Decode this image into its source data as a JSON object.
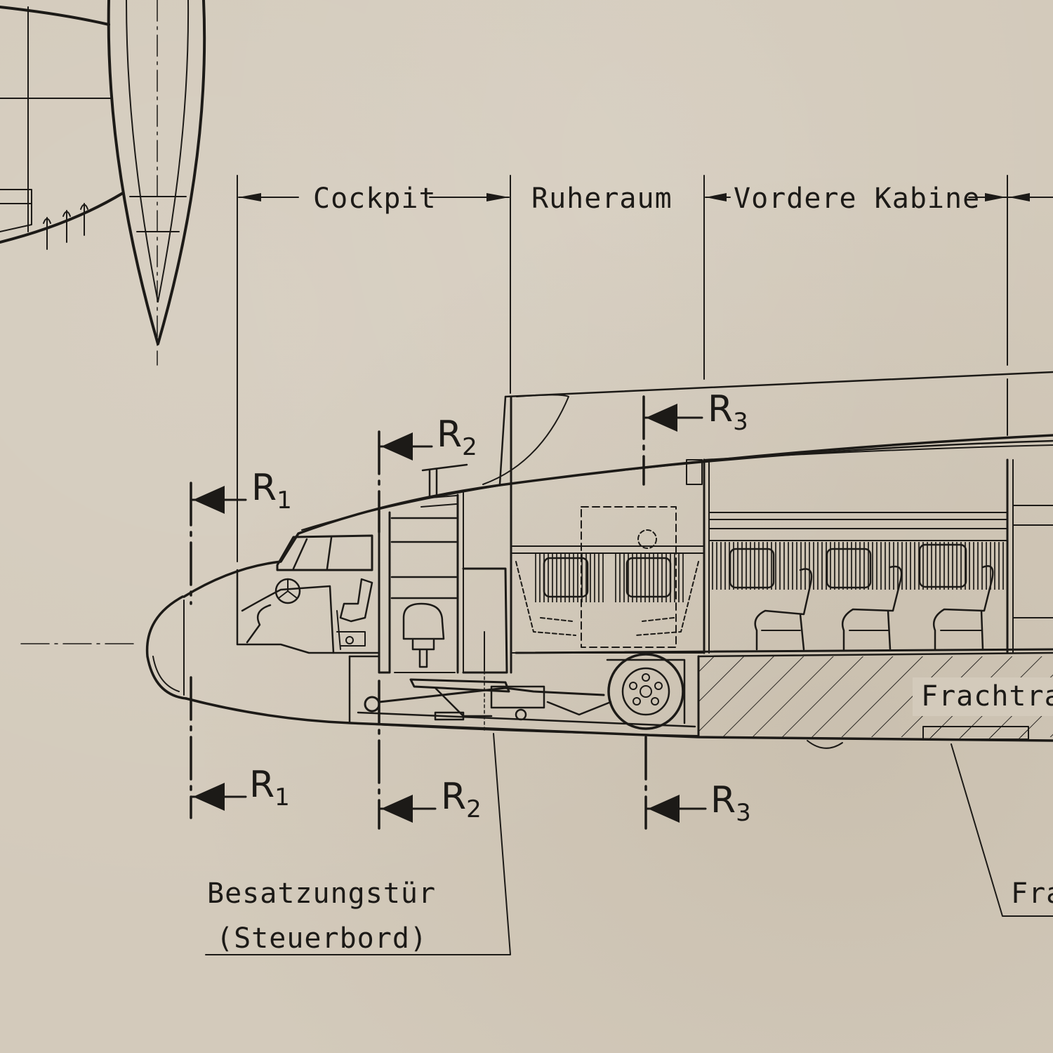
{
  "sections": {
    "cockpit": "Cockpit",
    "ruheraum": "Ruheraum",
    "vordere_kabine": "Vordere Kabine"
  },
  "callouts": {
    "crew_door_line1": "Besatzungstür",
    "crew_door_line2": "(Steuerbord)",
    "frachtraum": "Frachtrau",
    "frachttuer": "Fra"
  },
  "section_cuts": [
    {
      "letter": "R",
      "sub": "1"
    },
    {
      "letter": "R",
      "sub": "2"
    },
    {
      "letter": "R",
      "sub": "3"
    }
  ],
  "colors": {
    "paper": "#d3cabb",
    "ink": "#1c1a17"
  }
}
